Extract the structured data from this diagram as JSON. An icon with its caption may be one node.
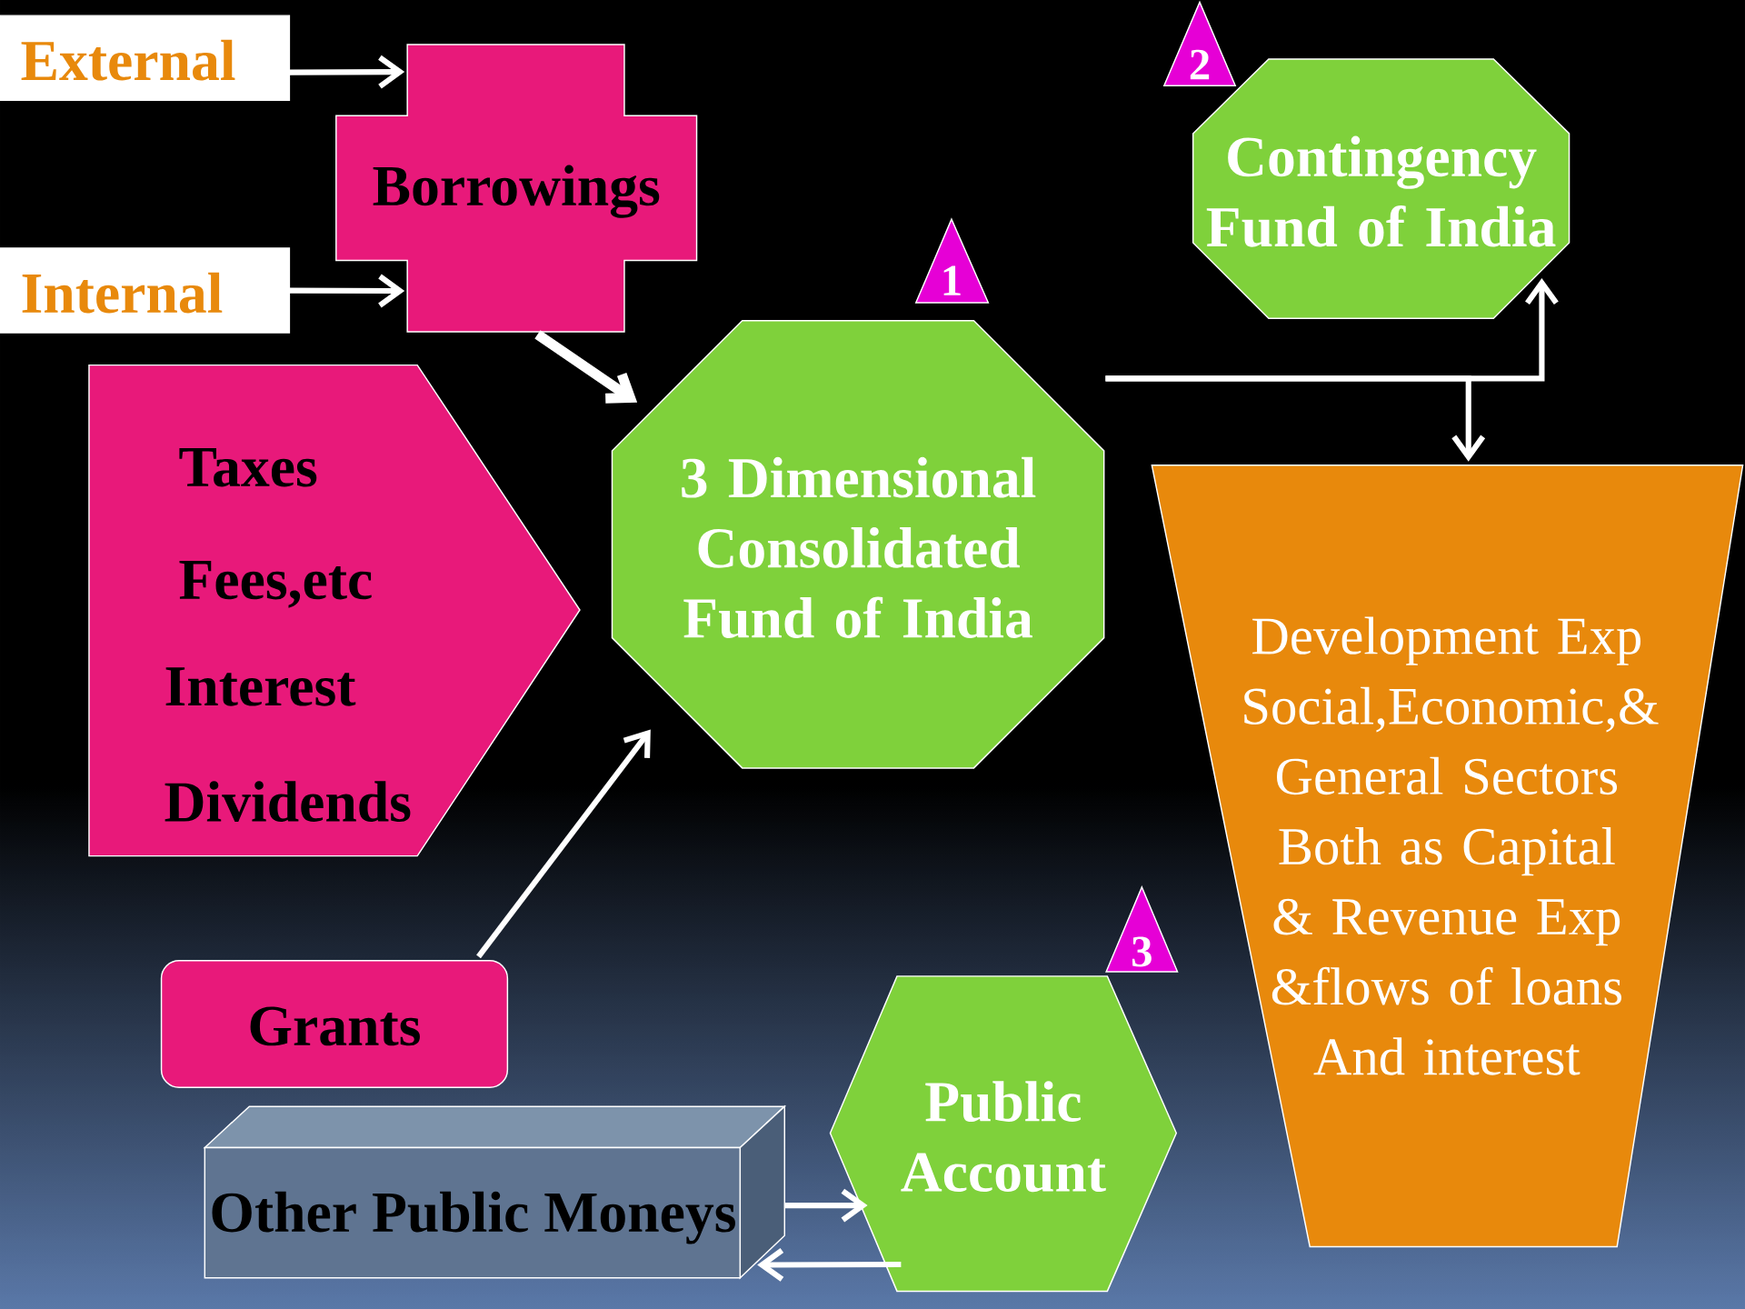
{
  "diagram": {
    "nodes": [
      {
        "text": [
          "External"
        ]
      },
      {
        "text": [
          "Internal"
        ]
      },
      {
        "text": [
          "Borrowings"
        ]
      },
      {
        "text": [
          "Taxes",
          "Fees,etc",
          "Interest",
          "Dividends"
        ]
      },
      {
        "text": [
          "3 Dimensional Consolidated Fund of India"
        ]
      },
      {
        "text": [
          "1"
        ]
      },
      {
        "text": [
          "Contingency Fund of India"
        ]
      },
      {
        "text": [
          "2"
        ]
      },
      {
        "text": [
          "Development Exp Social,Economic,& General Sectors Both as Capital & Revenue Exp &flows of loans And interest"
        ]
      },
      {
        "text": [
          "3"
        ]
      },
      {
        "text": [
          "Grants"
        ]
      },
      {
        "text": [
          "Other Public Moneys"
        ]
      },
      {
        "text": [
          "Public Account"
        ]
      }
    ],
    "edges": [
      {
        "from": 0,
        "to": 2,
        "arrow": "to"
      },
      {
        "from": 1,
        "to": 2,
        "arrow": "to"
      },
      {
        "from": 2,
        "to": 4,
        "arrow": "to",
        "style": "thick"
      },
      {
        "from": 10,
        "to": 4,
        "arrow": "to"
      },
      {
        "from": 4,
        "to": 6,
        "arrow": "to"
      },
      {
        "from": 4,
        "to": 8,
        "arrow": "to"
      },
      {
        "from": 11,
        "to": 12,
        "arrow": "to"
      },
      {
        "from": 12,
        "to": 11,
        "arrow": "to"
      }
    ]
  }
}
